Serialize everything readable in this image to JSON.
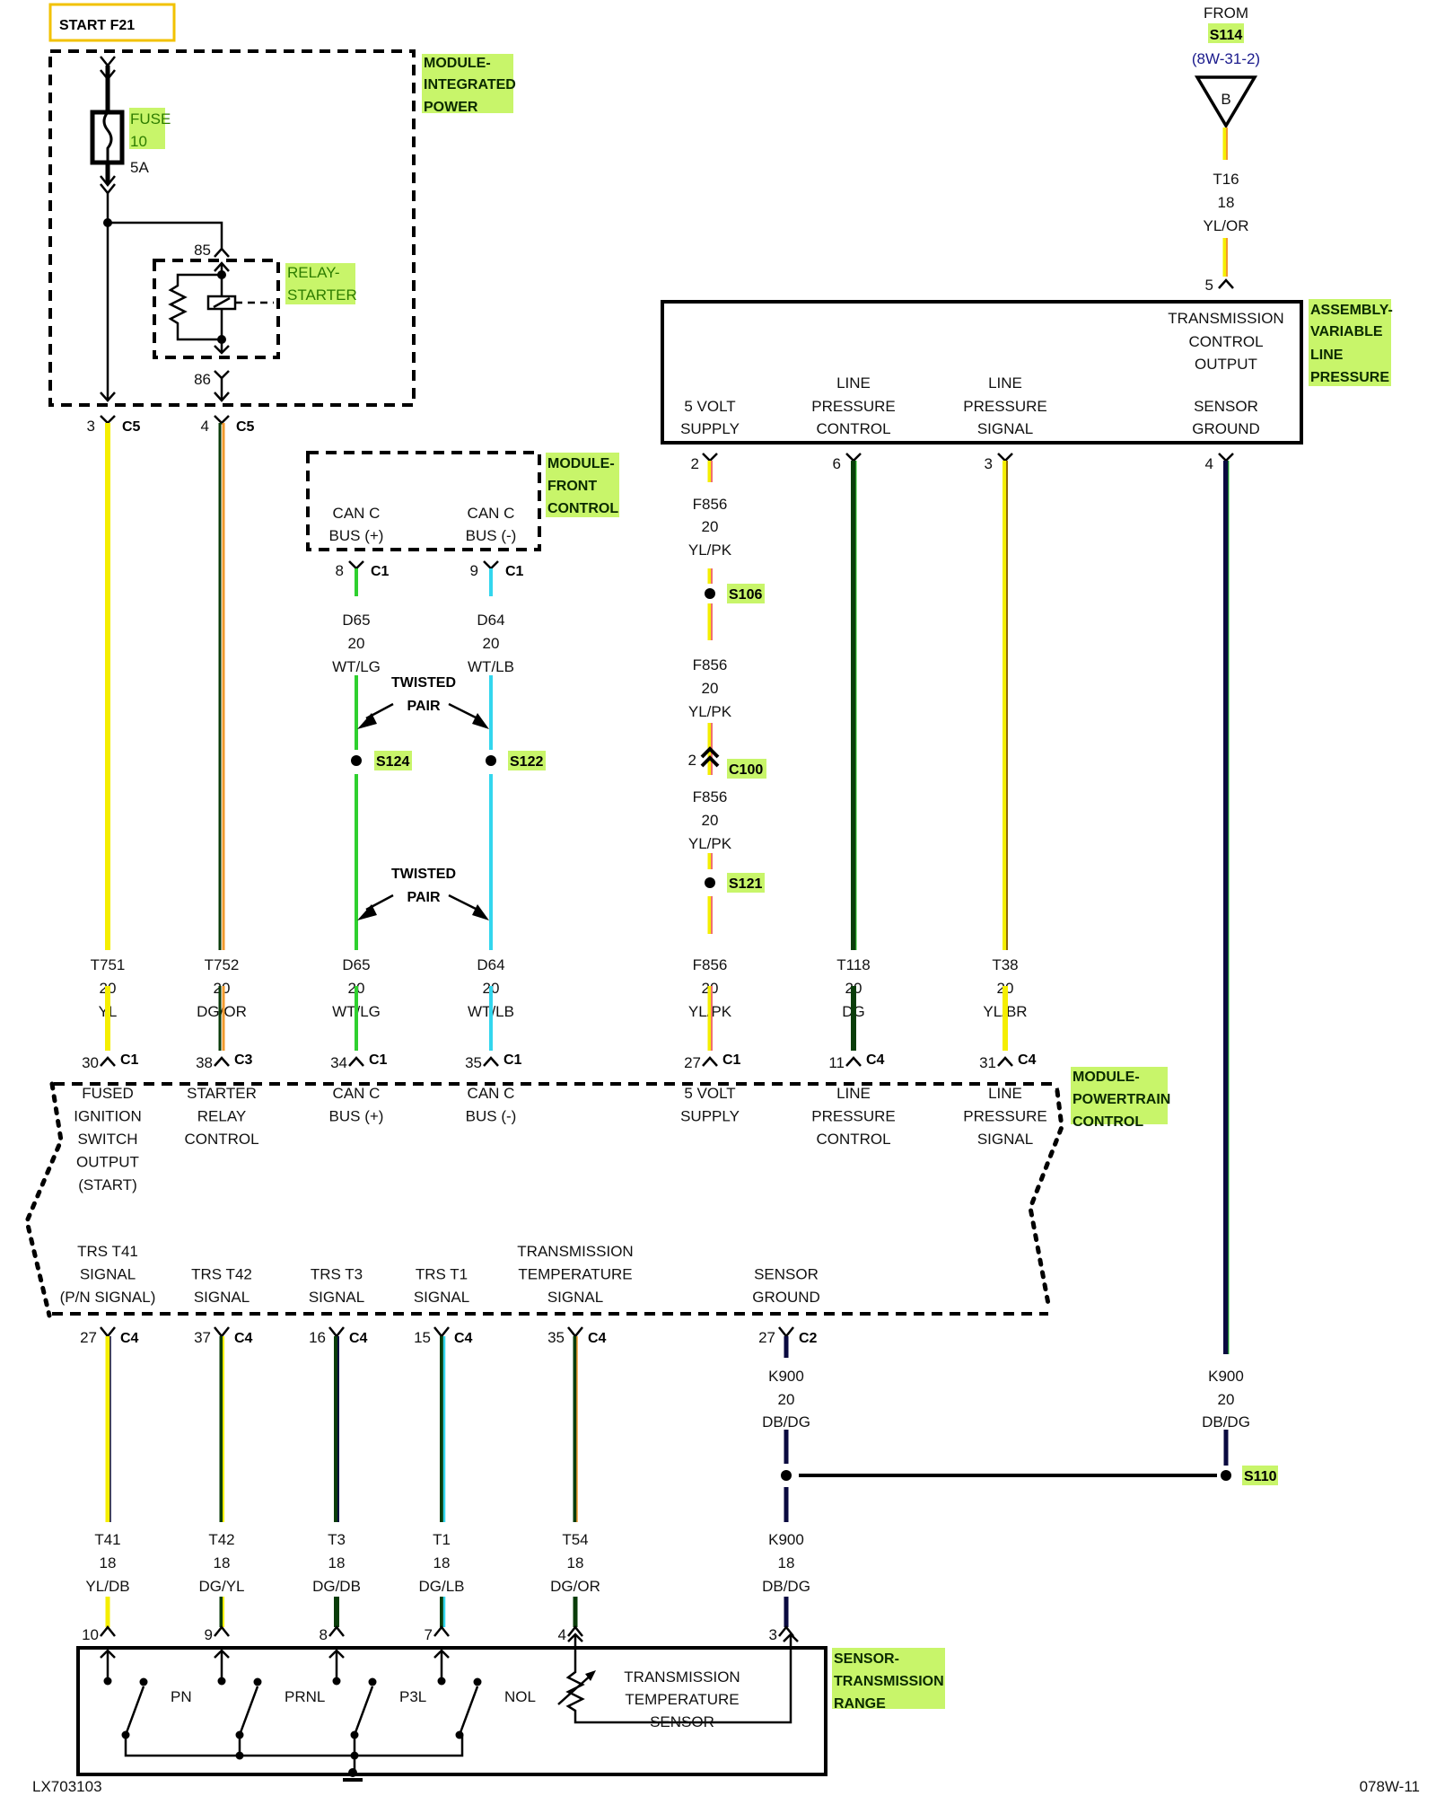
{
  "diagram": {
    "title": "Transmission Control Wiring Diagram",
    "footer_left": "LX703103",
    "footer_right": "078W-11",
    "start_label": "START F21",
    "colors": {
      "YL": "#f5ee00",
      "OR": "#f29a2e",
      "PK": "#f07070",
      "DG": "#0a3d0a",
      "LG": "#2fd02f",
      "LB": "#33d6ee",
      "WT": "#ffffff",
      "DB": "#0a0a40",
      "BR": "#6b3b0a",
      "highlight": "#c8f56a"
    },
    "modules": {
      "ipm": {
        "label_lines": [
          "MODULE-",
          "INTEGRATED",
          "POWER"
        ],
        "fuse_lines": [
          "FUSE",
          "10"
        ],
        "fuse_rating": "5A",
        "relay_lines": [
          "RELAY-",
          "STARTER"
        ],
        "relay_pin_top": "85",
        "relay_pin_bottom": "86"
      },
      "fcm": {
        "label_lines": [
          "MODULE-",
          "FRONT",
          "CONTROL"
        ],
        "pins": [
          {
            "func": [
              "CAN C",
              "BUS (+)"
            ],
            "pin": "8",
            "conn": "C1"
          },
          {
            "func": [
              "CAN C",
              "BUS (-)"
            ],
            "pin": "9",
            "conn": "C1"
          }
        ]
      },
      "vlp": {
        "label_lines": [
          "ASSEMBLY-",
          "VARIABLE",
          "LINE",
          "PRESSURE"
        ],
        "source": {
          "from": "FROM",
          "splice": "S114",
          "ref": "(8W-31-2)",
          "symbol": "B"
        },
        "input_wire": {
          "circuit": "T16",
          "gauge": "18",
          "color": "YL/OR",
          "pin": "5"
        },
        "functions": [
          {
            "lines": [
              "5 VOLT",
              "SUPPLY"
            ],
            "pin": "2"
          },
          {
            "lines": [
              "LINE",
              "PRESSURE",
              "CONTROL"
            ],
            "pin": "6"
          },
          {
            "lines": [
              "LINE",
              "PRESSURE",
              "SIGNAL"
            ],
            "pin": "3"
          },
          {
            "lines": [
              "TRANSMISSION",
              "CONTROL",
              "OUTPUT",
              "",
              "SENSOR",
              "GROUND"
            ],
            "pin": "4"
          }
        ]
      },
      "pcm": {
        "label_lines": [
          "MODULE-",
          "POWERTRAIN",
          "CONTROL"
        ],
        "top_pins": [
          {
            "pin": "30",
            "conn": "C1",
            "func": [
              "FUSED",
              "IGNITION",
              "SWITCH",
              "OUTPUT",
              "(START)"
            ]
          },
          {
            "pin": "38",
            "conn": "C3",
            "func": [
              "STARTER",
              "RELAY",
              "CONTROL"
            ]
          },
          {
            "pin": "34",
            "conn": "C1",
            "func": [
              "CAN C",
              "BUS (+)"
            ]
          },
          {
            "pin": "35",
            "conn": "C1",
            "func": [
              "CAN C",
              "BUS (-)"
            ]
          },
          {
            "pin": "27",
            "conn": "C1",
            "func": [
              "5 VOLT",
              "SUPPLY"
            ]
          },
          {
            "pin": "11",
            "conn": "C4",
            "func": [
              "LINE",
              "PRESSURE",
              "CONTROL"
            ]
          },
          {
            "pin": "31",
            "conn": "C4",
            "func": [
              "LINE",
              "PRESSURE",
              "SIGNAL"
            ]
          }
        ],
        "bottom_pins": [
          {
            "pin": "27",
            "conn": "C4",
            "func": [
              "TRS T41",
              "SIGNAL",
              "(P/N SIGNAL)"
            ]
          },
          {
            "pin": "37",
            "conn": "C4",
            "func": [
              "TRS T42",
              "SIGNAL"
            ]
          },
          {
            "pin": "16",
            "conn": "C4",
            "func": [
              "TRS T3",
              "SIGNAL"
            ]
          },
          {
            "pin": "15",
            "conn": "C4",
            "func": [
              "TRS T1",
              "SIGNAL"
            ]
          },
          {
            "pin": "35",
            "conn": "C4",
            "func": [
              "TRANSMISSION",
              "TEMPERATURE",
              "SIGNAL"
            ]
          },
          {
            "pin": "27",
            "conn": "C2",
            "func": [
              "SENSOR",
              "GROUND"
            ]
          }
        ]
      },
      "trs": {
        "label_lines": [
          "SENSOR-",
          "TRANSMISSION",
          "RANGE"
        ],
        "switches": [
          "PN",
          "PRNL",
          "P3L",
          "NOL"
        ],
        "temp_sensor_lines": [
          "TRANSMISSION",
          "TEMPERATURE",
          "SENSOR"
        ],
        "pins": [
          "10",
          "9",
          "8",
          "7",
          "4",
          "3"
        ]
      }
    },
    "ipm_outputs": [
      {
        "pin": "3",
        "conn": "C5"
      },
      {
        "pin": "4",
        "conn": "C5"
      }
    ],
    "upper_wires": [
      {
        "circuit": "T751",
        "gauge": "20",
        "color": "YL"
      },
      {
        "circuit": "T752",
        "gauge": "20",
        "color": "DG/OR"
      },
      {
        "circuit": "D65",
        "gauge": "20",
        "color": "WT/LG"
      },
      {
        "circuit": "D64",
        "gauge": "20",
        "color": "WT/LB"
      },
      {
        "circuit": "F856",
        "gauge": "20",
        "color": "YL/PK"
      },
      {
        "circuit": "T118",
        "gauge": "20",
        "color": "DG"
      },
      {
        "circuit": "T38",
        "gauge": "20",
        "color": "YL/BR"
      }
    ],
    "can_wires_top": [
      {
        "circuit": "D65",
        "gauge": "20",
        "color": "WT/LG"
      },
      {
        "circuit": "D64",
        "gauge": "20",
        "color": "WT/LB"
      }
    ],
    "twisted_pair_label": [
      "TWISTED",
      "PAIR"
    ],
    "splices": {
      "s124": "S124",
      "s122": "S122",
      "s106": "S106",
      "s121": "S121",
      "s110": "S110"
    },
    "f856_segments": [
      {
        "circuit": "F856",
        "gauge": "20",
        "color": "YL/PK"
      },
      {
        "circuit": "F856",
        "gauge": "20",
        "color": "YL/PK"
      },
      {
        "circuit": "F856",
        "gauge": "20",
        "color": "YL/PK"
      }
    ],
    "inline_connector": {
      "pin": "2",
      "name": "C100"
    },
    "k900_upper": [
      {
        "circuit": "K900",
        "gauge": "20",
        "color": "DB/DG"
      },
      {
        "circuit": "K900",
        "gauge": "20",
        "color": "DB/DG"
      }
    ],
    "lower_wires": [
      {
        "circuit": "T41",
        "gauge": "18",
        "color": "YL/DB"
      },
      {
        "circuit": "T42",
        "gauge": "18",
        "color": "DG/YL"
      },
      {
        "circuit": "T3",
        "gauge": "18",
        "color": "DG/DB"
      },
      {
        "circuit": "T1",
        "gauge": "18",
        "color": "DG/LB"
      },
      {
        "circuit": "T54",
        "gauge": "18",
        "color": "DG/OR"
      },
      {
        "circuit": "K900",
        "gauge": "18",
        "color": "DB/DG"
      }
    ]
  }
}
